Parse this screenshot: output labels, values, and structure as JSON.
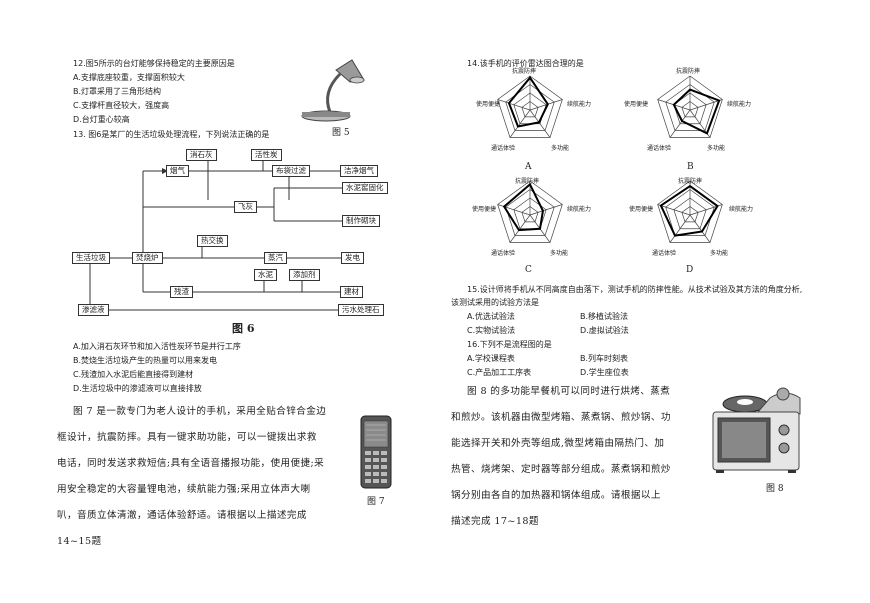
{
  "q12": {
    "stem": "12.图5所示的台灯能够保持稳定的主要原因是",
    "options": [
      "A.支撑底座较重，支撑面积较大",
      "B.灯罩采用了三角形结构",
      "C.支撑杆直径较大，强度高",
      "D.台灯重心较高"
    ],
    "fig_caption": "图 5"
  },
  "q13": {
    "stem": "13. 图6是某厂的生活垃圾处理流程，下列说法正确的是",
    "fig_caption": "图 6",
    "options": [
      "A.加入消石灰环节和加入活性炭环节是并行工序",
      "B.焚烧生活垃圾产生的热量可以用来发电",
      "C.残渣加入水泥后能直接得到建材",
      "D.生活垃圾中的渗滤液可以直接排放"
    ]
  },
  "flow": {
    "lime": "消石灰",
    "carbon": "活性炭",
    "flue": "烟气",
    "bagfilter": "布袋过滤",
    "clean": "洁净烟气",
    "cement_solid": "水泥窖固化",
    "flyash": "飞灰",
    "brick": "制作砌块",
    "heatex": "热交换",
    "garbage": "生活垃圾",
    "furnace": "焚烧炉",
    "steam": "蒸汽",
    "power": "发电",
    "cement": "水泥",
    "additive": "添加剂",
    "slag": "残渣",
    "material": "建材",
    "leachate": "渗滤液",
    "sewage": "污水处理石"
  },
  "passage7": {
    "lines": [
      "图 7 是一款专门为老人设计的手机，采用全贴合锌合金边",
      "框设计，抗震防摔。具有一键求助功能，可以一键拨出求救",
      "电话，同时发送求救短信;具有全语音播报功能，使用便捷;采",
      "用安全稳定的大容量锂电池，续航能力强;采用立体声大喇",
      "叭，音质立体清澈，通话体验舒适。请根据以上描述完成",
      "14~15题"
    ],
    "fig_caption": "图 7"
  },
  "q14": {
    "stem": "14.该手机的评价雷达图合理的是",
    "axes": [
      "抗震防摔",
      "续航能力",
      "多功能",
      "通话体验",
      "使用便捷"
    ],
    "labels": [
      "A",
      "B",
      "C",
      "D"
    ]
  },
  "q15": {
    "stem_lines": [
      "15.设计师将手机从不同高度自由落下，测试手机的防摔性能。从技术试验及其方法的角度分析,",
      "该测试采用的试验方法是"
    ],
    "options": [
      "A.优选试验法",
      "B.移植试验法",
      "C.实物试验法",
      "D.虚拟试验法"
    ]
  },
  "q16": {
    "stem": "16.下列不是流程图的是",
    "options": [
      "A.学校课程表",
      "B.列车时刻表",
      "C.产品加工工序表",
      "D.学生座位表"
    ]
  },
  "passage8": {
    "lines": [
      "图 8 的多功能早餐机可以同时进行烘烤、蒸煮",
      "和煎炒。该机器由微型烤箱、蒸煮锅、煎炒锅、功",
      "能选择开关和外壳等组成,微型烤箱由隔热门、加",
      "热管、烧烤架、定时器等部分组成。蒸煮锅和煎炒",
      "锅分别由各自的加热器和锅体组成。请根据以上",
      "描述完成 17~18题"
    ],
    "fig_caption": "图 8"
  }
}
